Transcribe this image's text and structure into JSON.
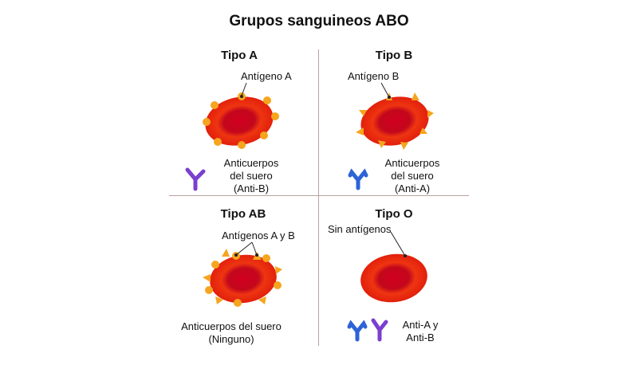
{
  "title": "Grupos sanguineos ABO",
  "colors": {
    "cell_outer": "#e2200c",
    "cell_center": "#c0001a",
    "antigen": "#f5a51e",
    "antibody_anti_a": "#2d63d6",
    "antibody_anti_b": "#7b3fd0",
    "divider": "#b9a0a0"
  },
  "quadrants": {
    "a": {
      "title": "Tipo A",
      "antigen_label": "Antígeno A",
      "antibody_lines": [
        "Anticuerpos",
        "del suero",
        "(Anti-B)"
      ]
    },
    "b": {
      "title": "Tipo B",
      "antigen_label": "Antígeno B",
      "antibody_lines": [
        "Anticuerpos",
        "del suero",
        "(Anti-A)"
      ]
    },
    "ab": {
      "title": "Tipo AB",
      "antigen_label": "Antígenos A y B",
      "antibody_lines": [
        "Anticuerpos del suero",
        "(Ninguno)"
      ]
    },
    "o": {
      "title": "Tipo O",
      "antigen_label": "Sin antígenos",
      "antibody_lines": [
        "Anti-A y",
        "Anti-B"
      ]
    }
  }
}
